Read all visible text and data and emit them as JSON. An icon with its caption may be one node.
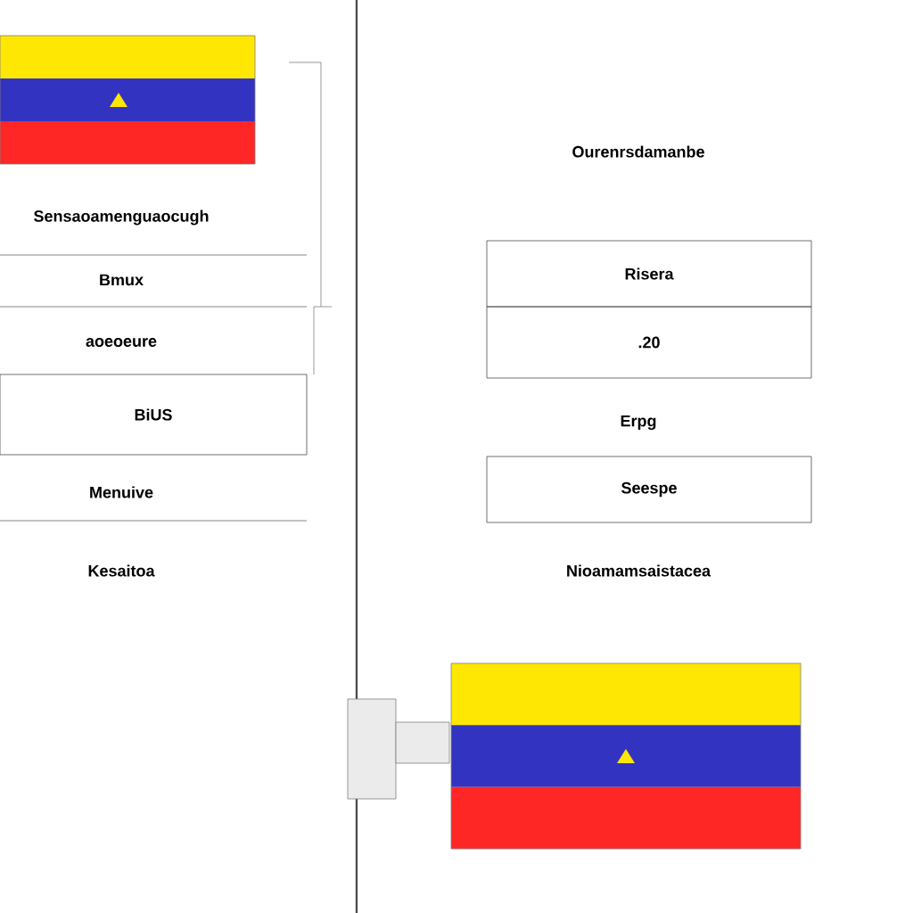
{
  "diagram": {
    "nodes": [
      {
        "text": [
          "Risera"
        ]
      },
      {
        "text": [
          ".20"
        ]
      },
      {
        "text": [
          "BiUS"
        ]
      },
      {
        "text": [
          "Seespe"
        ]
      }
    ],
    "labels": [
      "Ourenrsdamanbe",
      "Sensaoamenguaocugh",
      "Bmux",
      "aoeoeure",
      "Erpg",
      "Menuive",
      "Kesaitoa",
      "Nioamamsaistacea"
    ]
  }
}
